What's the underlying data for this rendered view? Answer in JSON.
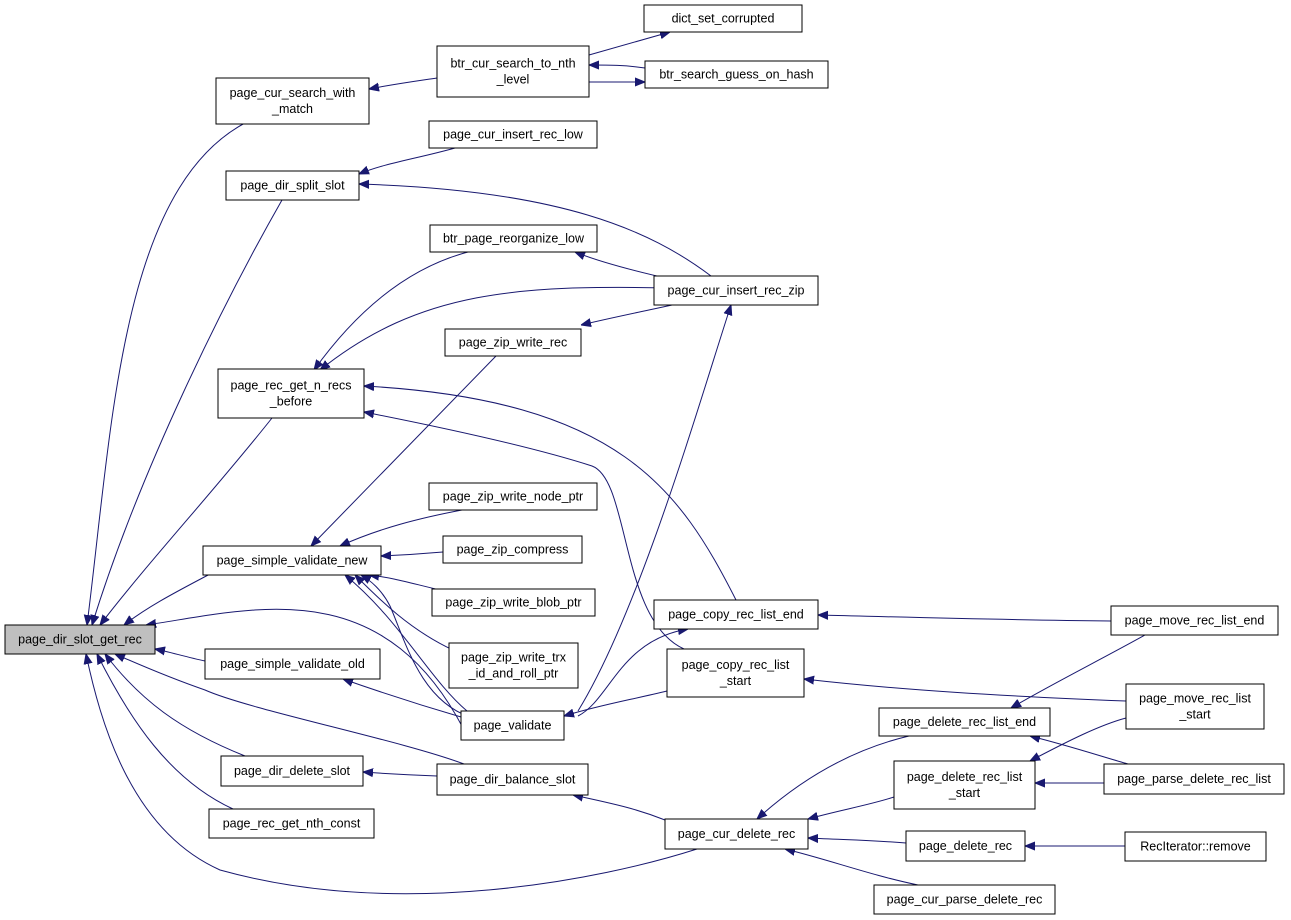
{
  "diagram": {
    "type": "call-graph",
    "edge_color": "#191970",
    "root_fill": "#bfbfbf",
    "nodes": {
      "root": [
        "page_dir_slot_get_rec"
      ],
      "search_match": [
        "page_cur_search_with",
        "_match"
      ],
      "btr_nth": [
        "btr_cur_search_to_nth",
        "_level"
      ],
      "dict_corrupt": [
        "dict_set_corrupted"
      ],
      "btr_hash": [
        "btr_search_guess_on_hash"
      ],
      "ins_low": [
        "page_cur_insert_rec_low"
      ],
      "split_slot": [
        "page_dir_split_slot"
      ],
      "reorg": [
        "btr_page_reorganize_low"
      ],
      "ins_zip": [
        "page_cur_insert_rec_zip"
      ],
      "zip_write_rec": [
        "page_zip_write_rec"
      ],
      "n_recs": [
        "page_rec_get_n_recs",
        "_before"
      ],
      "node_ptr": [
        "page_zip_write_node_ptr"
      ],
      "compress": [
        "page_zip_compress"
      ],
      "simple_new": [
        "page_simple_validate_new"
      ],
      "blob_ptr": [
        "page_zip_write_blob_ptr"
      ],
      "trx": [
        "page_zip_write_trx",
        "_id_and_roll_ptr"
      ],
      "copy_end": [
        "page_copy_rec_list_end"
      ],
      "move_end": [
        "page_move_rec_list_end"
      ],
      "simple_old": [
        "page_simple_validate_old"
      ],
      "copy_start": [
        "page_copy_rec_list",
        "_start"
      ],
      "validate": [
        "page_validate"
      ],
      "move_start": [
        "page_move_rec_list",
        "_start"
      ],
      "del_end": [
        "page_delete_rec_list_end"
      ],
      "del_start": [
        "page_delete_rec_list",
        "_start"
      ],
      "parse_del_list": [
        "page_parse_delete_rec_list"
      ],
      "dir_delete": [
        "page_dir_delete_slot"
      ],
      "balance": [
        "page_dir_balance_slot"
      ],
      "nth_const": [
        "page_rec_get_nth_const"
      ],
      "cur_delete": [
        "page_cur_delete_rec"
      ],
      "delete_rec": [
        "page_delete_rec"
      ],
      "rec_iter": [
        "RecIterator::remove"
      ],
      "cur_parse": [
        "page_cur_parse_delete_rec"
      ]
    }
  }
}
